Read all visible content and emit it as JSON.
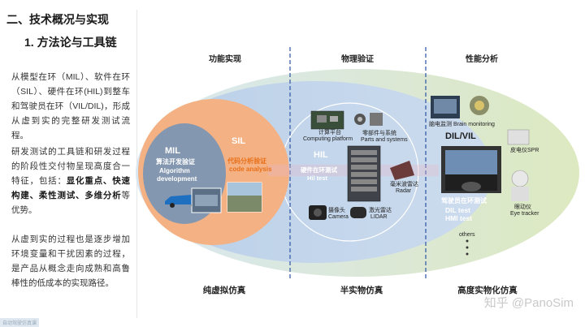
{
  "heading1": "二、技术概况与实现",
  "heading2": "1. 方法论与工具链",
  "paragraphs": {
    "p1": "从模型在环（MIL）、软件在环（SIL）、硬件在环(HIL)到整车和驾驶员在环（VIL/DIL)，形成从虚到实的完整研发测试流程。",
    "p2_pre": "研发测试的工具链和研发过程的阶段性交付物呈现高度合一特征，包括：",
    "p2_hl1": "显化重点、快速构建、柔性测试、多维分析",
    "p2_post": "等优势。",
    "p3": "从虚到实的过程也是逐步增加环境变量和干扰因素的过程，是产品从概念走向成熟和高鲁棒性的低成本的实现路径。"
  },
  "diagram": {
    "col_function": "功能实现",
    "col_physical": "物理验证",
    "col_performance": "性能分析",
    "foot_virtual": "纯虚拟仿真",
    "foot_semi": "半实物仿真",
    "foot_high": "高度实物化仿真",
    "mil": "MIL",
    "mil_cn": "算法开发验证",
    "mil_en1": "Algorithm",
    "mil_en2": "development",
    "sil": "SIL",
    "sil_cn": "代码分析验证",
    "sil_en": "code analysis",
    "hil": "HIL",
    "hil_cn": "硬件在环测试",
    "hil_en": "Hil test",
    "computing_cn": "计算平台",
    "computing_en": "Computing platform",
    "parts_cn": "零部件与系统",
    "parts_en": "Parts and systems",
    "radar_cn": "毫米波雷达",
    "radar_en": "Radar",
    "camera_cn": "摄像头",
    "camera_en": "Camera",
    "lidar_cn": "激光雷达",
    "lidar_en": "LIDAR",
    "brain_cn": "脑电监测",
    "brain_en": "Brain monitoring",
    "dilvil": "DIL/VIL",
    "spr": "皮电仪SPR",
    "dil_cn": "驾驶员在环测试",
    "dil_en": "DIL test",
    "hmi_en": "HMI test",
    "eye_cn": "眼动仪",
    "eye_en": "Eye tracker",
    "others": "others"
  },
  "watermark": "知乎 @PanoSim",
  "corner_tag": "自动驾驶仿真课",
  "colors": {
    "outer": "#dce9bd",
    "middle": "#c7d9ee",
    "sil": "#f4b183",
    "mil": "#8497b0",
    "dashed": "#3a5da8",
    "orange_text": "#e8701a"
  }
}
